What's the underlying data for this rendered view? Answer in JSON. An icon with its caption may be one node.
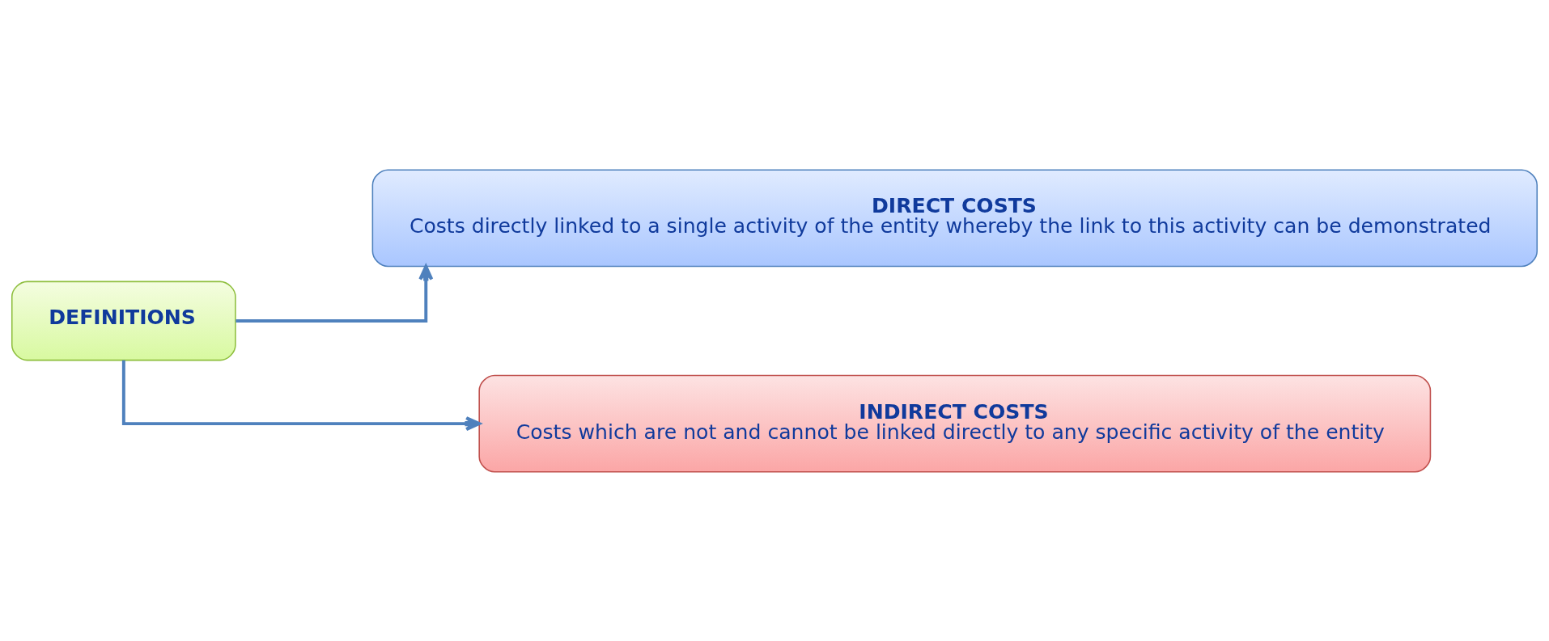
{
  "diagram": {
    "nodes": [
      {
        "text": [
          "DEFINITIONS"
        ]
      },
      {
        "text": [
          "DIRECT COSTS",
          "Costs directly linked to a single activity of the entity whereby the link to this activity can be demonstrated"
        ]
      },
      {
        "text": [
          "INDIRECT COSTS",
          "Costs which are not and cannot be linked directly to any specific activity of the entity"
        ]
      }
    ],
    "edges": [
      {
        "from": 0,
        "to": 1,
        "arrow": "to"
      },
      {
        "from": 0,
        "to": 2,
        "arrow": "to"
      }
    ]
  }
}
